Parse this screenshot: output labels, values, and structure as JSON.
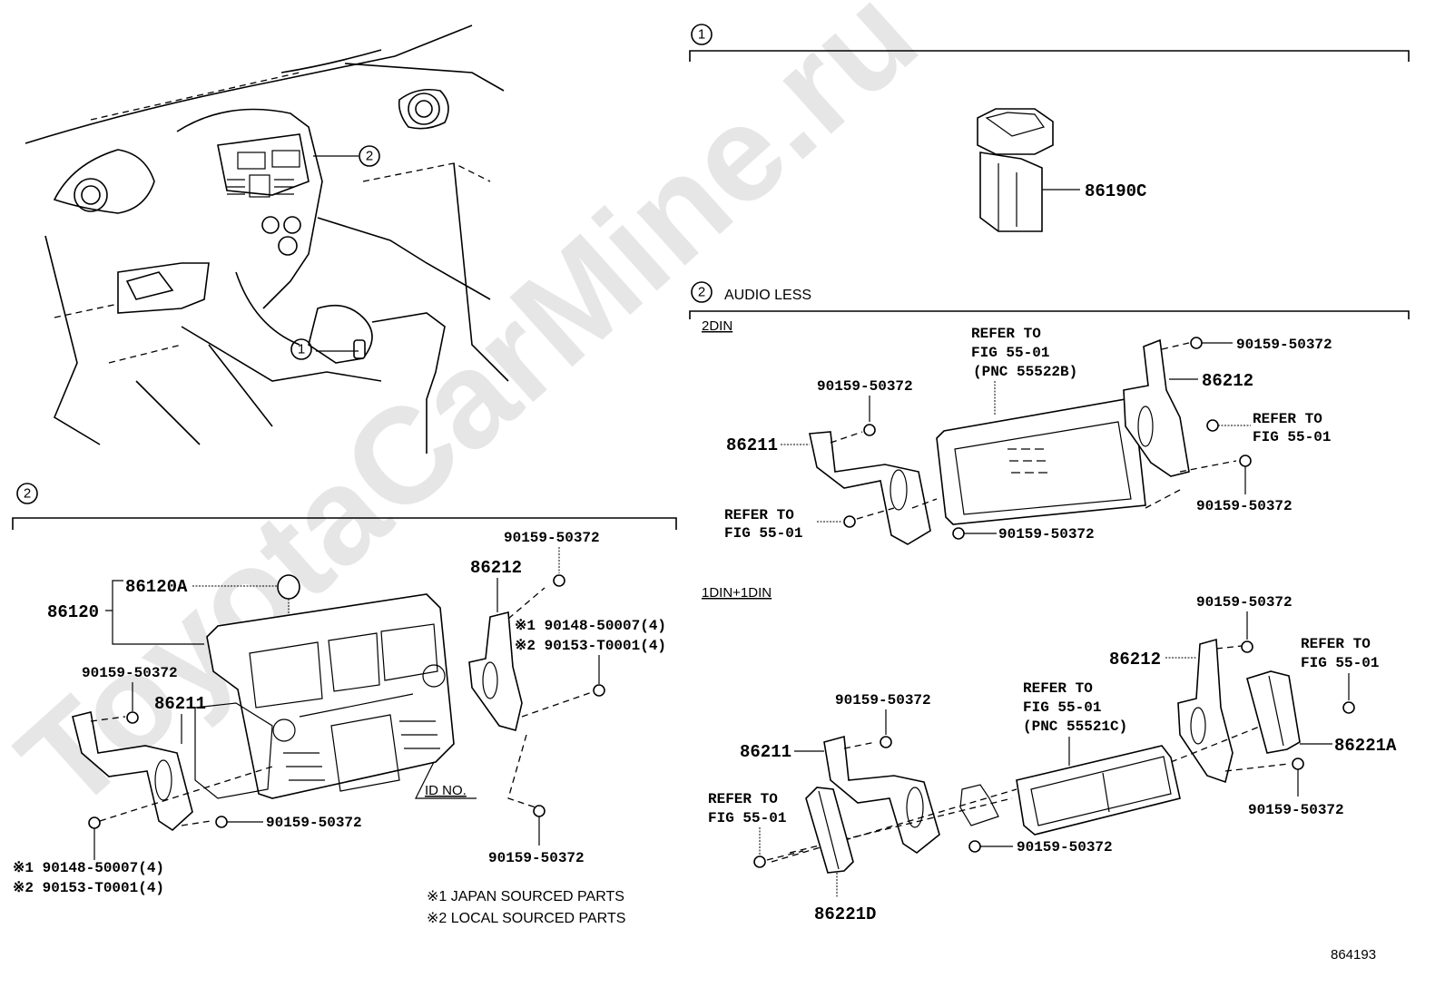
{
  "diagram": {
    "figure_id": "864193",
    "watermark": "ToyotaCarMine.ru",
    "overview": {
      "callouts": [
        {
          "id": "2",
          "label": "2"
        },
        {
          "id": "1",
          "label": "1"
        }
      ]
    },
    "section_1": {
      "circle": "1",
      "parts": [
        {
          "pn": "86190C"
        }
      ]
    },
    "section_2_main": {
      "circle": "2",
      "labels": {
        "p86120": "86120",
        "p86120A": "86120A",
        "p86212": "86212",
        "p86211": "86211",
        "bolt_top_right": "90159-50372",
        "bolt_left": "90159-50372",
        "bolt_bottom": "90159-50372",
        "bolt_bottom_right": "90159-50372",
        "note_r1": "※1 90148-50007(4)",
        "note_r2": "※2 90153-T0001(4)",
        "note_l1": "※1 90148-50007(4)",
        "note_l2": "※2 90153-T0001(4)",
        "id_no": "ID NO."
      },
      "legend": [
        "※1 JAPAN SOURCED PARTS",
        "※2 LOCAL SOURCED PARTS"
      ]
    },
    "section_2_audio_less": {
      "circle": "2",
      "title": "AUDIO LESS",
      "din2": {
        "title": "2DIN",
        "labels": {
          "refer_top_1": "REFER TO",
          "refer_top_2": "FIG 55-01",
          "refer_top_3": "(PNC 55522B)",
          "bolt_top_left": "90159-50372",
          "p86211": "86211",
          "p86212": "86212",
          "bolt_top_right": "90159-50372",
          "refer_right_1": "REFER TO",
          "refer_right_2": "FIG 55-01",
          "bolt_right_bottom": "90159-50372",
          "refer_left_1": "REFER TO",
          "refer_left_2": "FIG 55-01",
          "bolt_bottom": "90159-50372"
        }
      },
      "din1x2": {
        "title": "1DIN+1DIN",
        "labels": {
          "bolt_top_right": "90159-50372",
          "p86212": "86212",
          "refer_right_1": "REFER TO",
          "refer_right_2": "FIG 55-01",
          "refer_mid_1": "REFER TO",
          "refer_mid_2": "FIG 55-01",
          "refer_mid_3": "(PNC 55521C)",
          "bolt_mid_left": "90159-50372",
          "p86211": "86211",
          "p86221A": "86221A",
          "bolt_right_bottom": "90159-50372",
          "refer_left_1": "REFER TO",
          "refer_left_2": "FIG 55-01",
          "bolt_bottom": "90159-50372",
          "p86221D": "86221D"
        }
      }
    }
  }
}
